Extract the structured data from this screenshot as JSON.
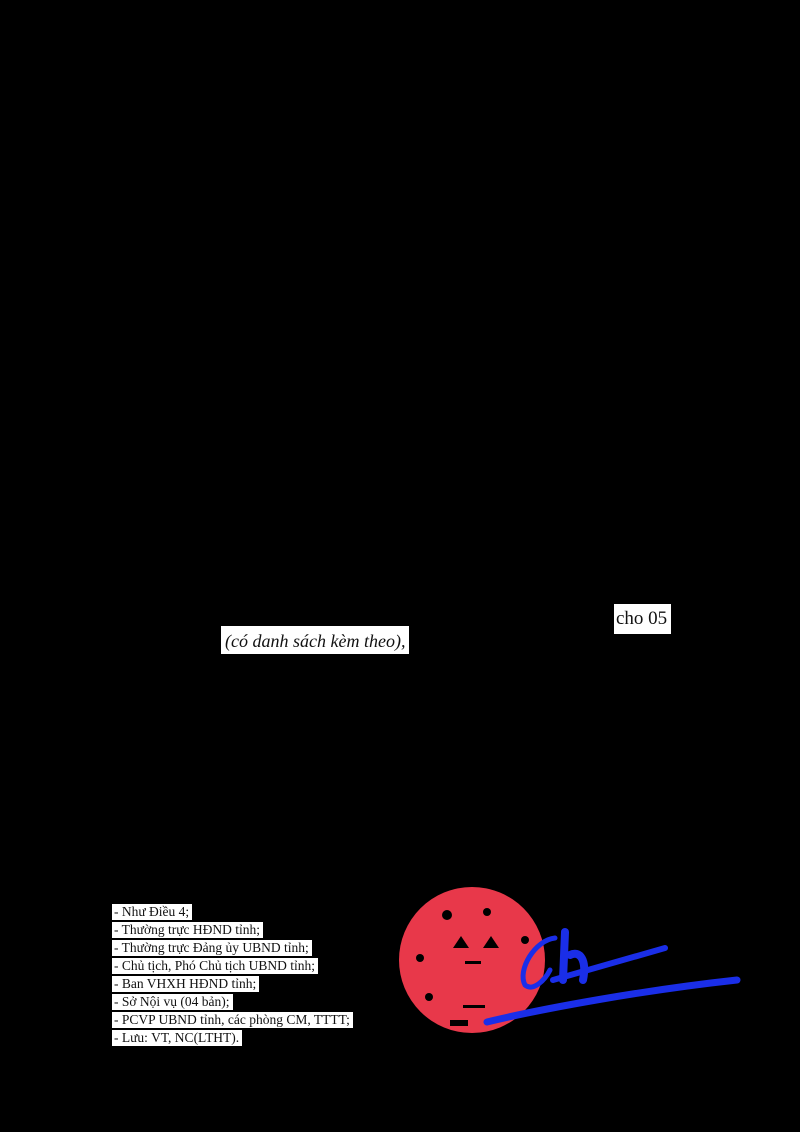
{
  "body_fragments": {
    "cho_05": "cho 05",
    "attachment_note": "(có danh sách kèm theo),"
  },
  "recipients": [
    "- Như Điều 4;",
    "- Thường trực HĐND tỉnh;",
    "- Thường trực Đảng ủy UBND tỉnh;",
    "- Chủ tịch, Phó Chủ tịch UBND tỉnh;",
    "- Ban VHXH HĐND tỉnh;",
    "- Sở Nội vụ (04 bản);",
    "- PCVP UBND tỉnh, các phòng CM, TTTT;",
    "- Lưu: VT, NC(LTHT)."
  ],
  "colors": {
    "stamp": "#e8384a",
    "signature": "#1a2ee8",
    "redaction": "#000000"
  }
}
